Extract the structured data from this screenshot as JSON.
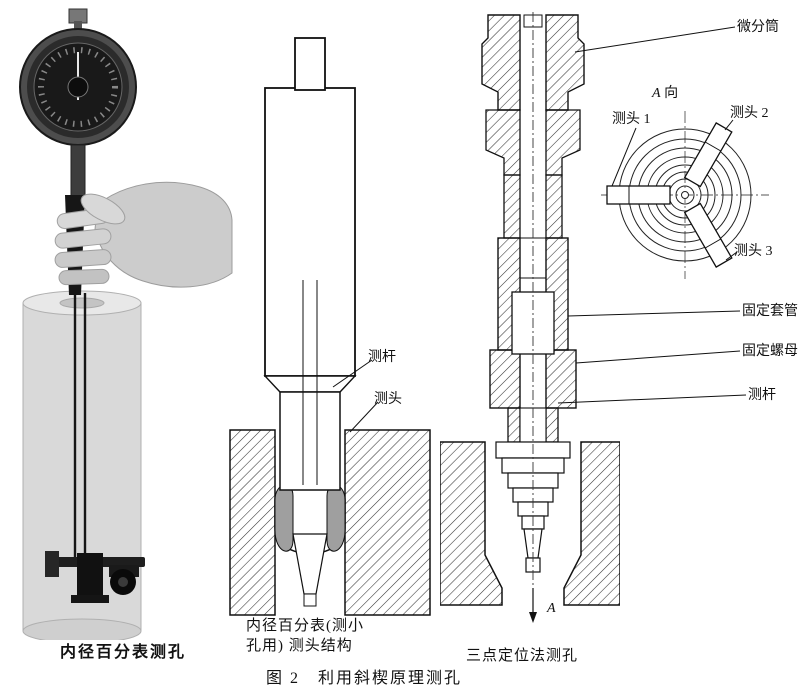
{
  "colors": {
    "ink": "#111111",
    "shade_gray": "#9f9f9f",
    "photo_gray": "#d9d9d9"
  },
  "captions": {
    "figure": "图 2　利用斜楔原理测孔",
    "left": "内径百分表测孔",
    "middle_line1": "内径百分表(测小",
    "middle_line2": "孔用)  测头结构",
    "right": "三点定位法测孔"
  },
  "labels": {
    "weifentong": "微分筒",
    "a_view_letter": "A",
    "a_view_word": "向",
    "cetou1": "测头 1",
    "cetou2": "测头 2",
    "cetou3": "测头 3",
    "gudingtaoguang": "固定套管",
    "gudingluomu": "固定螺母",
    "cegan_right": "测杆",
    "cegan_mid": "测杆",
    "cetou_mid": "测头",
    "a_arrow": "A"
  }
}
